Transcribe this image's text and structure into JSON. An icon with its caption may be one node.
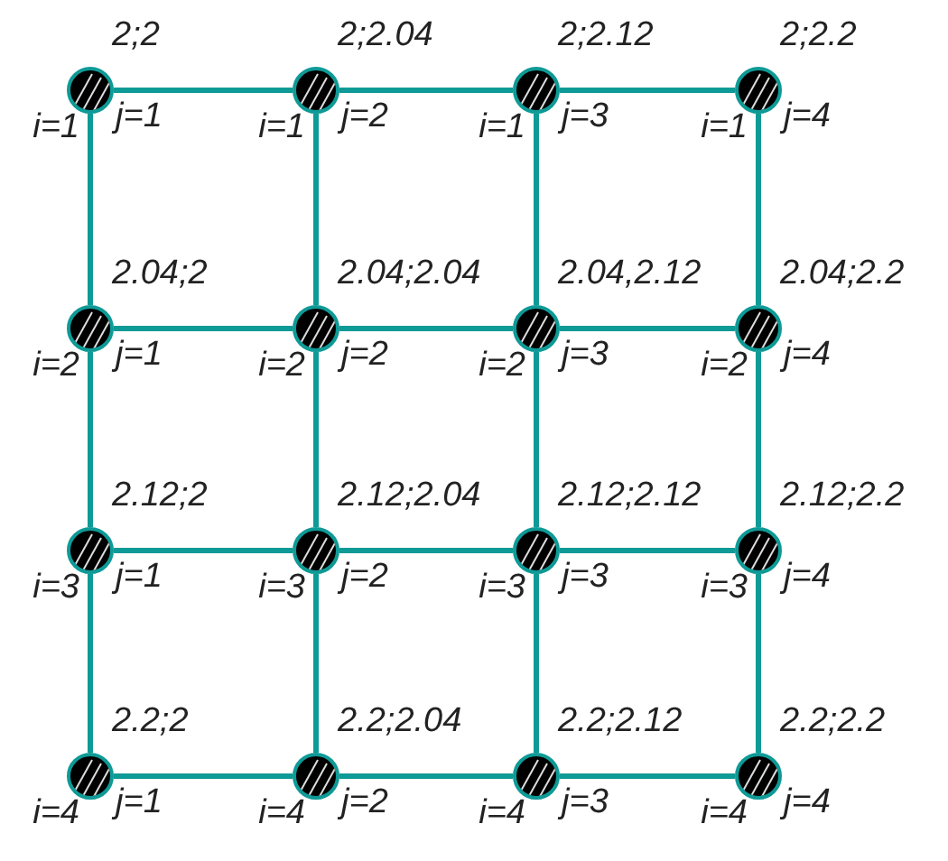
{
  "diagram": {
    "nodes": [
      {
        "text": [],
        "shape": "circle",
        "beside": [
          "2;2",
          "i=1",
          "j=1"
        ]
      },
      {
        "text": [],
        "shape": "circle",
        "beside": [
          "2;2.04",
          "i=1",
          "j=2"
        ]
      },
      {
        "text": [],
        "shape": "circle",
        "beside": [
          "2;2.12",
          "i=1",
          "j=3"
        ]
      },
      {
        "text": [],
        "shape": "circle",
        "beside": [
          "2;2.2",
          "i=1",
          "j=4"
        ]
      },
      {
        "text": [],
        "shape": "circle",
        "beside": [
          "2.04;2",
          "i=2",
          "j=1"
        ]
      },
      {
        "text": [],
        "shape": "circle",
        "beside": [
          "2.04;2.04",
          "i=2",
          "j=2"
        ]
      },
      {
        "text": [],
        "shape": "circle",
        "beside": [
          "2.04,2.12",
          "i=2",
          "j=3"
        ]
      },
      {
        "text": [],
        "shape": "circle",
        "beside": [
          "2.04;2.2",
          "i=2",
          "j=4"
        ]
      },
      {
        "text": [],
        "shape": "circle",
        "beside": [
          "2.12;2",
          "i=3",
          "j=1"
        ]
      },
      {
        "text": [],
        "shape": "circle",
        "beside": [
          "2.12;2.04",
          "i=3",
          "j=2"
        ]
      },
      {
        "text": [],
        "shape": "circle",
        "beside": [
          "2.12;2.12",
          "i=3",
          "j=3"
        ]
      },
      {
        "text": [],
        "shape": "circle",
        "beside": [
          "2.12;2.2",
          "i=3",
          "j=4"
        ]
      },
      {
        "text": [],
        "shape": "circle",
        "beside": [
          "2.2;2",
          "i=4",
          "j=1"
        ]
      },
      {
        "text": [],
        "shape": "circle",
        "beside": [
          "2.2;2.04",
          "i=4",
          "j=2"
        ]
      },
      {
        "text": [],
        "shape": "circle",
        "beside": [
          "2.2;2.12",
          "i=4",
          "j=3"
        ]
      },
      {
        "text": [],
        "shape": "circle",
        "beside": [
          "2.2;2.2",
          "i=4",
          "j=4"
        ]
      }
    ],
    "edges": [
      {
        "from": 0,
        "to": 1,
        "arrow": "none"
      },
      {
        "from": 1,
        "to": 2,
        "arrow": "none"
      },
      {
        "from": 2,
        "to": 3,
        "arrow": "none"
      },
      {
        "from": 4,
        "to": 5,
        "arrow": "none"
      },
      {
        "from": 5,
        "to": 6,
        "arrow": "none"
      },
      {
        "from": 6,
        "to": 7,
        "arrow": "none"
      },
      {
        "from": 8,
        "to": 9,
        "arrow": "none"
      },
      {
        "from": 9,
        "to": 10,
        "arrow": "none"
      },
      {
        "from": 10,
        "to": 11,
        "arrow": "none"
      },
      {
        "from": 12,
        "to": 13,
        "arrow": "none"
      },
      {
        "from": 13,
        "to": 14,
        "arrow": "none"
      },
      {
        "from": 14,
        "to": 15,
        "arrow": "none"
      },
      {
        "from": 0,
        "to": 4,
        "arrow": "none"
      },
      {
        "from": 1,
        "to": 5,
        "arrow": "none"
      },
      {
        "from": 2,
        "to": 6,
        "arrow": "none"
      },
      {
        "from": 3,
        "to": 7,
        "arrow": "none"
      },
      {
        "from": 4,
        "to": 8,
        "arrow": "none"
      },
      {
        "from": 5,
        "to": 9,
        "arrow": "none"
      },
      {
        "from": 6,
        "to": 10,
        "arrow": "none"
      },
      {
        "from": 7,
        "to": 11,
        "arrow": "none"
      },
      {
        "from": 8,
        "to": 12,
        "arrow": "none"
      },
      {
        "from": 9,
        "to": 13,
        "arrow": "none"
      },
      {
        "from": 10,
        "to": 14,
        "arrow": "none"
      },
      {
        "from": 11,
        "to": 15,
        "arrow": "none"
      }
    ]
  }
}
